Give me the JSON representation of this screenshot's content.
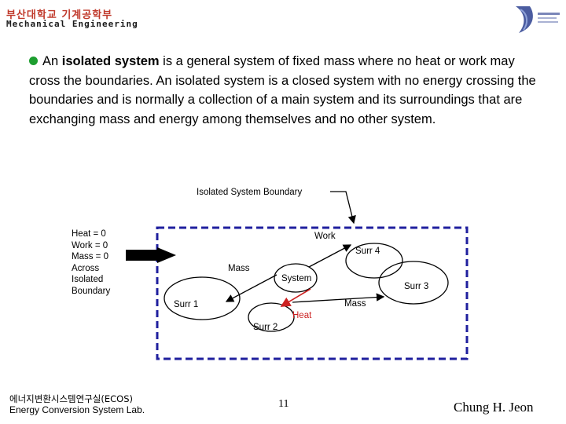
{
  "header": {
    "korean_title": "부산대학교 기계공학부",
    "english_title": "Mechanical Engineering"
  },
  "body": {
    "lead_prefix": "An ",
    "bold_term": "isolated system",
    "text": " is a general system of fixed mass where no heat or work may cross the boundaries.  An isolated system is a closed system with no energy crossing the boundaries and is normally a collection of a main system and its surroundings that are exchanging mass and energy among themselves and no other system."
  },
  "diagram": {
    "boundary_label": "Isolated System Boundary",
    "conditions": [
      "Heat = 0",
      "Work = 0",
      "Mass = 0",
      "Across",
      "Isolated",
      "Boundary"
    ],
    "labels": {
      "work": "Work",
      "surr4": "Surr 4",
      "mass_top": "Mass",
      "system": "System",
      "surr3": "Surr 3",
      "surr1": "Surr 1",
      "mass_right": "Mass",
      "heat": "Heat",
      "surr2": "Surr 2"
    },
    "colors": {
      "boundary": "#1f1f9e",
      "heat_arrow": "#cc2222",
      "bullet": "#1d9e2f"
    }
  },
  "footer": {
    "lab_korean": "에너지변환시스템연구실(ECOS)",
    "lab_english": "Energy Conversion System Lab.",
    "page_number": "11",
    "author": "Chung H. Jeon"
  }
}
